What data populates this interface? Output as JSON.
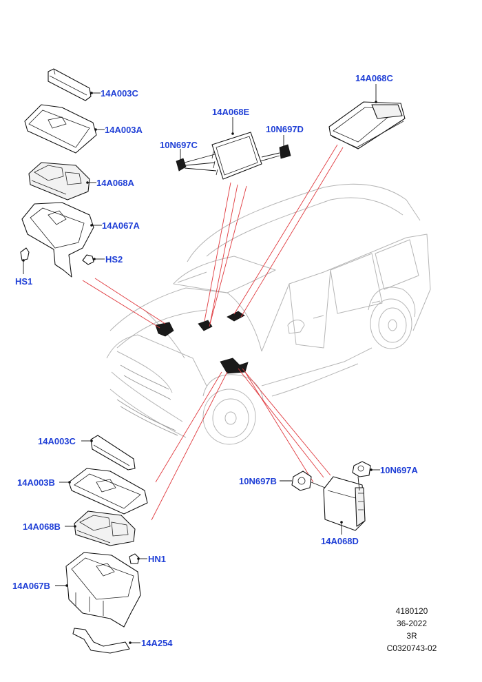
{
  "callouts": {
    "c_14A003C_top": "14A003C",
    "c_14A003A": "14A003A",
    "c_14A068A": "14A068A",
    "c_14A067A": "14A067A",
    "c_HS2": "HS2",
    "c_HS1": "HS1",
    "c_14A068E": "14A068E",
    "c_10N697D": "10N697D",
    "c_10N697C": "10N697C",
    "c_14A068C": "14A068C",
    "c_14A003C_bottom": "14A003C",
    "c_14A003B": "14A003B",
    "c_14A068B": "14A068B",
    "c_HN1": "HN1",
    "c_14A067B": "14A067B",
    "c_14A254": "14A254",
    "c_10N697B": "10N697B",
    "c_10N697A": "10N697A",
    "c_14A068D": "14A068D"
  },
  "reference": {
    "line1": "4180120",
    "line2": "36-2022",
    "line3": "3R",
    "line4": "C0320743-02"
  },
  "colors": {
    "callout_text": "#1f3fd6",
    "locator_lines": "#e0393e",
    "vehicle_outline": "#b5b5b5"
  }
}
